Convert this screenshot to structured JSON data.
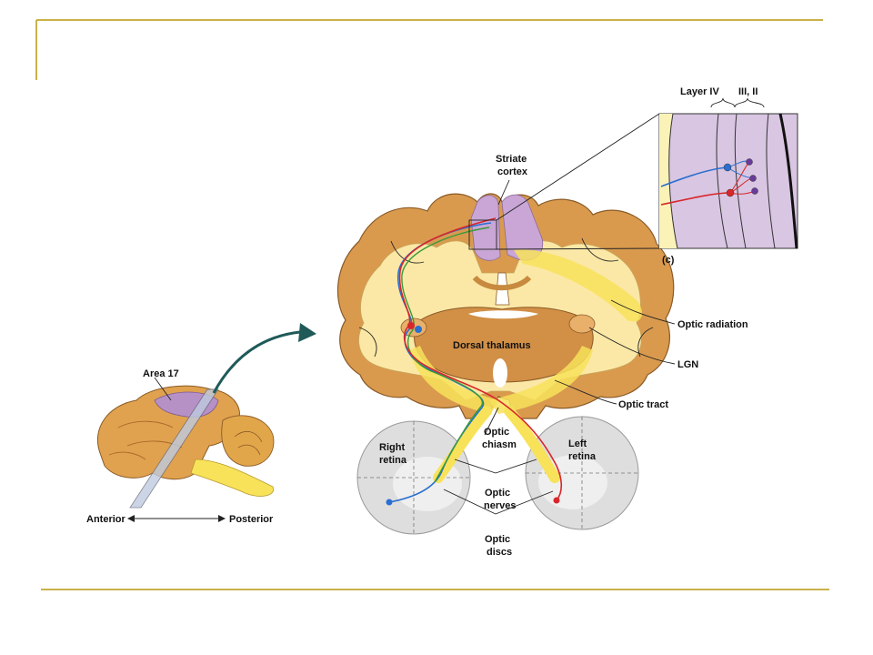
{
  "slide": {
    "frame_color": "#c9b24a"
  },
  "colors": {
    "cortex_brown": "#d99a4e",
    "cortex_dark": "#b87a36",
    "white_matter": "#fbe9a8",
    "optic_yellow": "#f7e25a",
    "striate_purple": "#c9a6d6",
    "retina_gray": "#dcdcdc",
    "blue_path": "#2a6fd0",
    "red_path": "#d8262b",
    "green_path": "#3a9a3a"
  },
  "labels": {
    "area17": "Area 17",
    "anterior": "Anterior",
    "posterior": "Posterior",
    "striate_1": "Striate",
    "striate_2": "cortex",
    "layer4": "Layer IV",
    "layer32": "III, II",
    "panel_c": "(c)",
    "optic_radiation": "Optic radiation",
    "dorsal_thalamus": "Dorsal thalamus",
    "lgn": "LGN",
    "optic_tract": "Optic tract",
    "optic_chiasm_1": "Optic",
    "optic_chiasm_2": "chiasm",
    "right_retina_1": "Right",
    "right_retina_2": "retina",
    "left_retina_1": "Left",
    "left_retina_2": "retina",
    "optic_nerves_1": "Optic",
    "optic_nerves_2": "nerves",
    "optic_discs_1": "Optic",
    "optic_discs_2": "discs"
  }
}
